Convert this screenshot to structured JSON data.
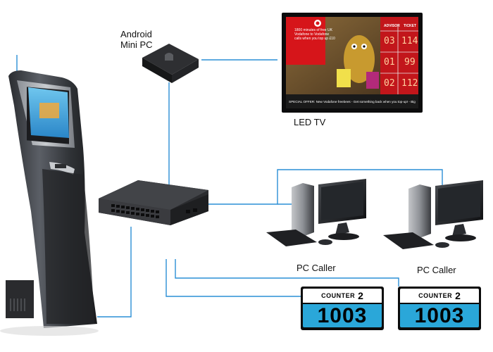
{
  "labels": {
    "android_line1": "Android",
    "android_line2": "Mini PC",
    "led_tv": "LED TV",
    "pc_caller_1": "PC Caller",
    "pc_caller_2": "PC Caller"
  },
  "tv": {
    "promo_text": "1800 minutes of free UK Vodafone to Vodafone calls when you top up £10",
    "ticker_text": "SPECIAL OFFER: New Vodafone freebees - Get something back when you top-up! - Big",
    "col_advisor": "ADVISOR",
    "col_ticket": "TICKET",
    "queue_rows": [
      {
        "advisor": "03",
        "ticket": "114"
      },
      {
        "advisor": "01",
        "ticket": "99"
      },
      {
        "advisor": "02",
        "ticket": "112"
      }
    ]
  },
  "counters": [
    {
      "word": "COUNTER",
      "counter_number": "2",
      "ticket": "1003"
    },
    {
      "word": "COUNTER",
      "counter_number": "2",
      "ticket": "1003"
    }
  ],
  "colors": {
    "connection_line": "#2a8fd6",
    "counter_blue": "#2aa7d9",
    "tv_red": "#d6151a",
    "kiosk_body": "#3c3f44"
  }
}
